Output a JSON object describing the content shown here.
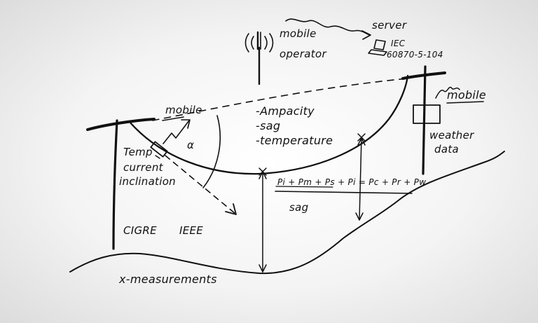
{
  "labels": {
    "mobile_left": "mobile",
    "mobile_right": "mobile",
    "mobile_operator_line1": "mobile",
    "mobile_operator_line2": "operator",
    "server": "server",
    "standard_line1": "IEC",
    "standard_line2": "60870-5-104",
    "sensor_line1": "Temp",
    "sensor_line2": "current",
    "sensor_line3": "inclination",
    "angle_symbol": "α",
    "output_1": "-Ampacity",
    "output_2": "-sag",
    "output_3": "-temperature",
    "weather_line1": "weather",
    "weather_line2": "data",
    "equation": "Pi + Pm + Ps + Pi = Pc + Pr + Pw",
    "sag_label": "sag",
    "cigre": "CIGRE",
    "ieee": "IEEE",
    "x_measurements": "x-measurements"
  }
}
